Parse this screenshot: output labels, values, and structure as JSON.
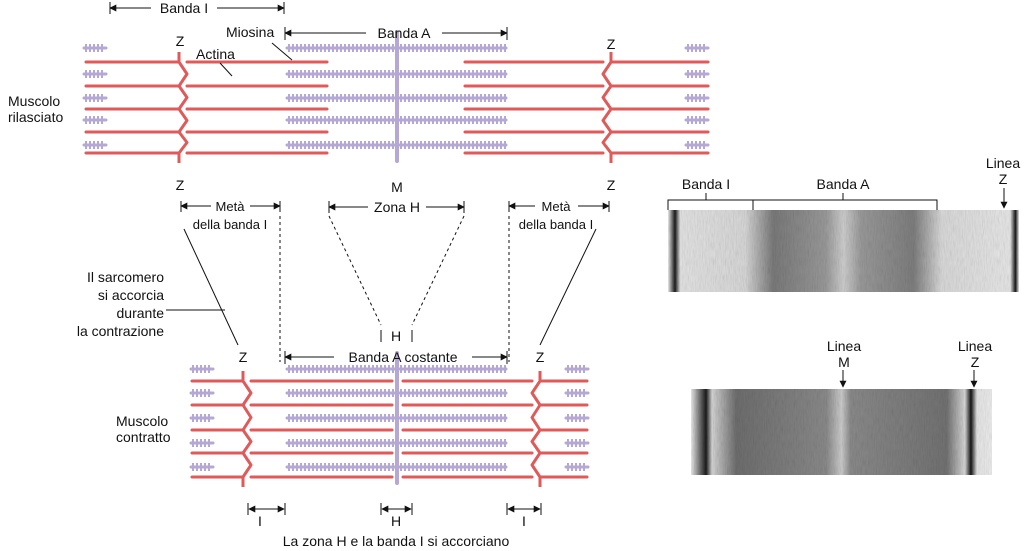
{
  "colors": {
    "actin": "#e05a5a",
    "myosin": "#b5a8d4",
    "ink": "#111111"
  },
  "relaxed": {
    "label_line1": "Muscolo",
    "label_line2": "rilasciato",
    "banda_i": "Banda I",
    "banda_a": "Banda A",
    "myosin": "Miosina",
    "actin": "Actina",
    "z_left_top": "Z",
    "z_right_top": "Z",
    "z_left_bottom": "Z",
    "z_right_bottom": "Z",
    "m_line": "M"
  },
  "middle": {
    "half_i_left_line1": "Metà",
    "half_i_left_line2": "della banda I",
    "zone_h": "Zona H",
    "half_i_right_line1": "Metà",
    "half_i_right_line2": "della banda I",
    "sarcomere_line1": "Il sarcomero",
    "sarcomere_line2": "si accorcia",
    "sarcomere_line3": "durante",
    "sarcomere_line4": "la contrazione",
    "h_small": "H"
  },
  "contracted": {
    "label_line1": "Muscolo",
    "label_line2": "contratto",
    "banda_a": "Banda A costante",
    "z_left": "Z",
    "z_right": "Z",
    "i_left": "I",
    "h": "H",
    "i_right": "I",
    "caption": "La zona H e la banda I si accorciano"
  },
  "micrograph_relaxed": {
    "banda_i": "Banda I",
    "banda_a": "Banda A",
    "linea_z_line1": "Linea",
    "linea_z_line2": "Z"
  },
  "micrograph_contracted": {
    "linea_m_line1": "Linea",
    "linea_m_line2": "M",
    "linea_z_line1": "Linea",
    "linea_z_line2": "Z"
  }
}
